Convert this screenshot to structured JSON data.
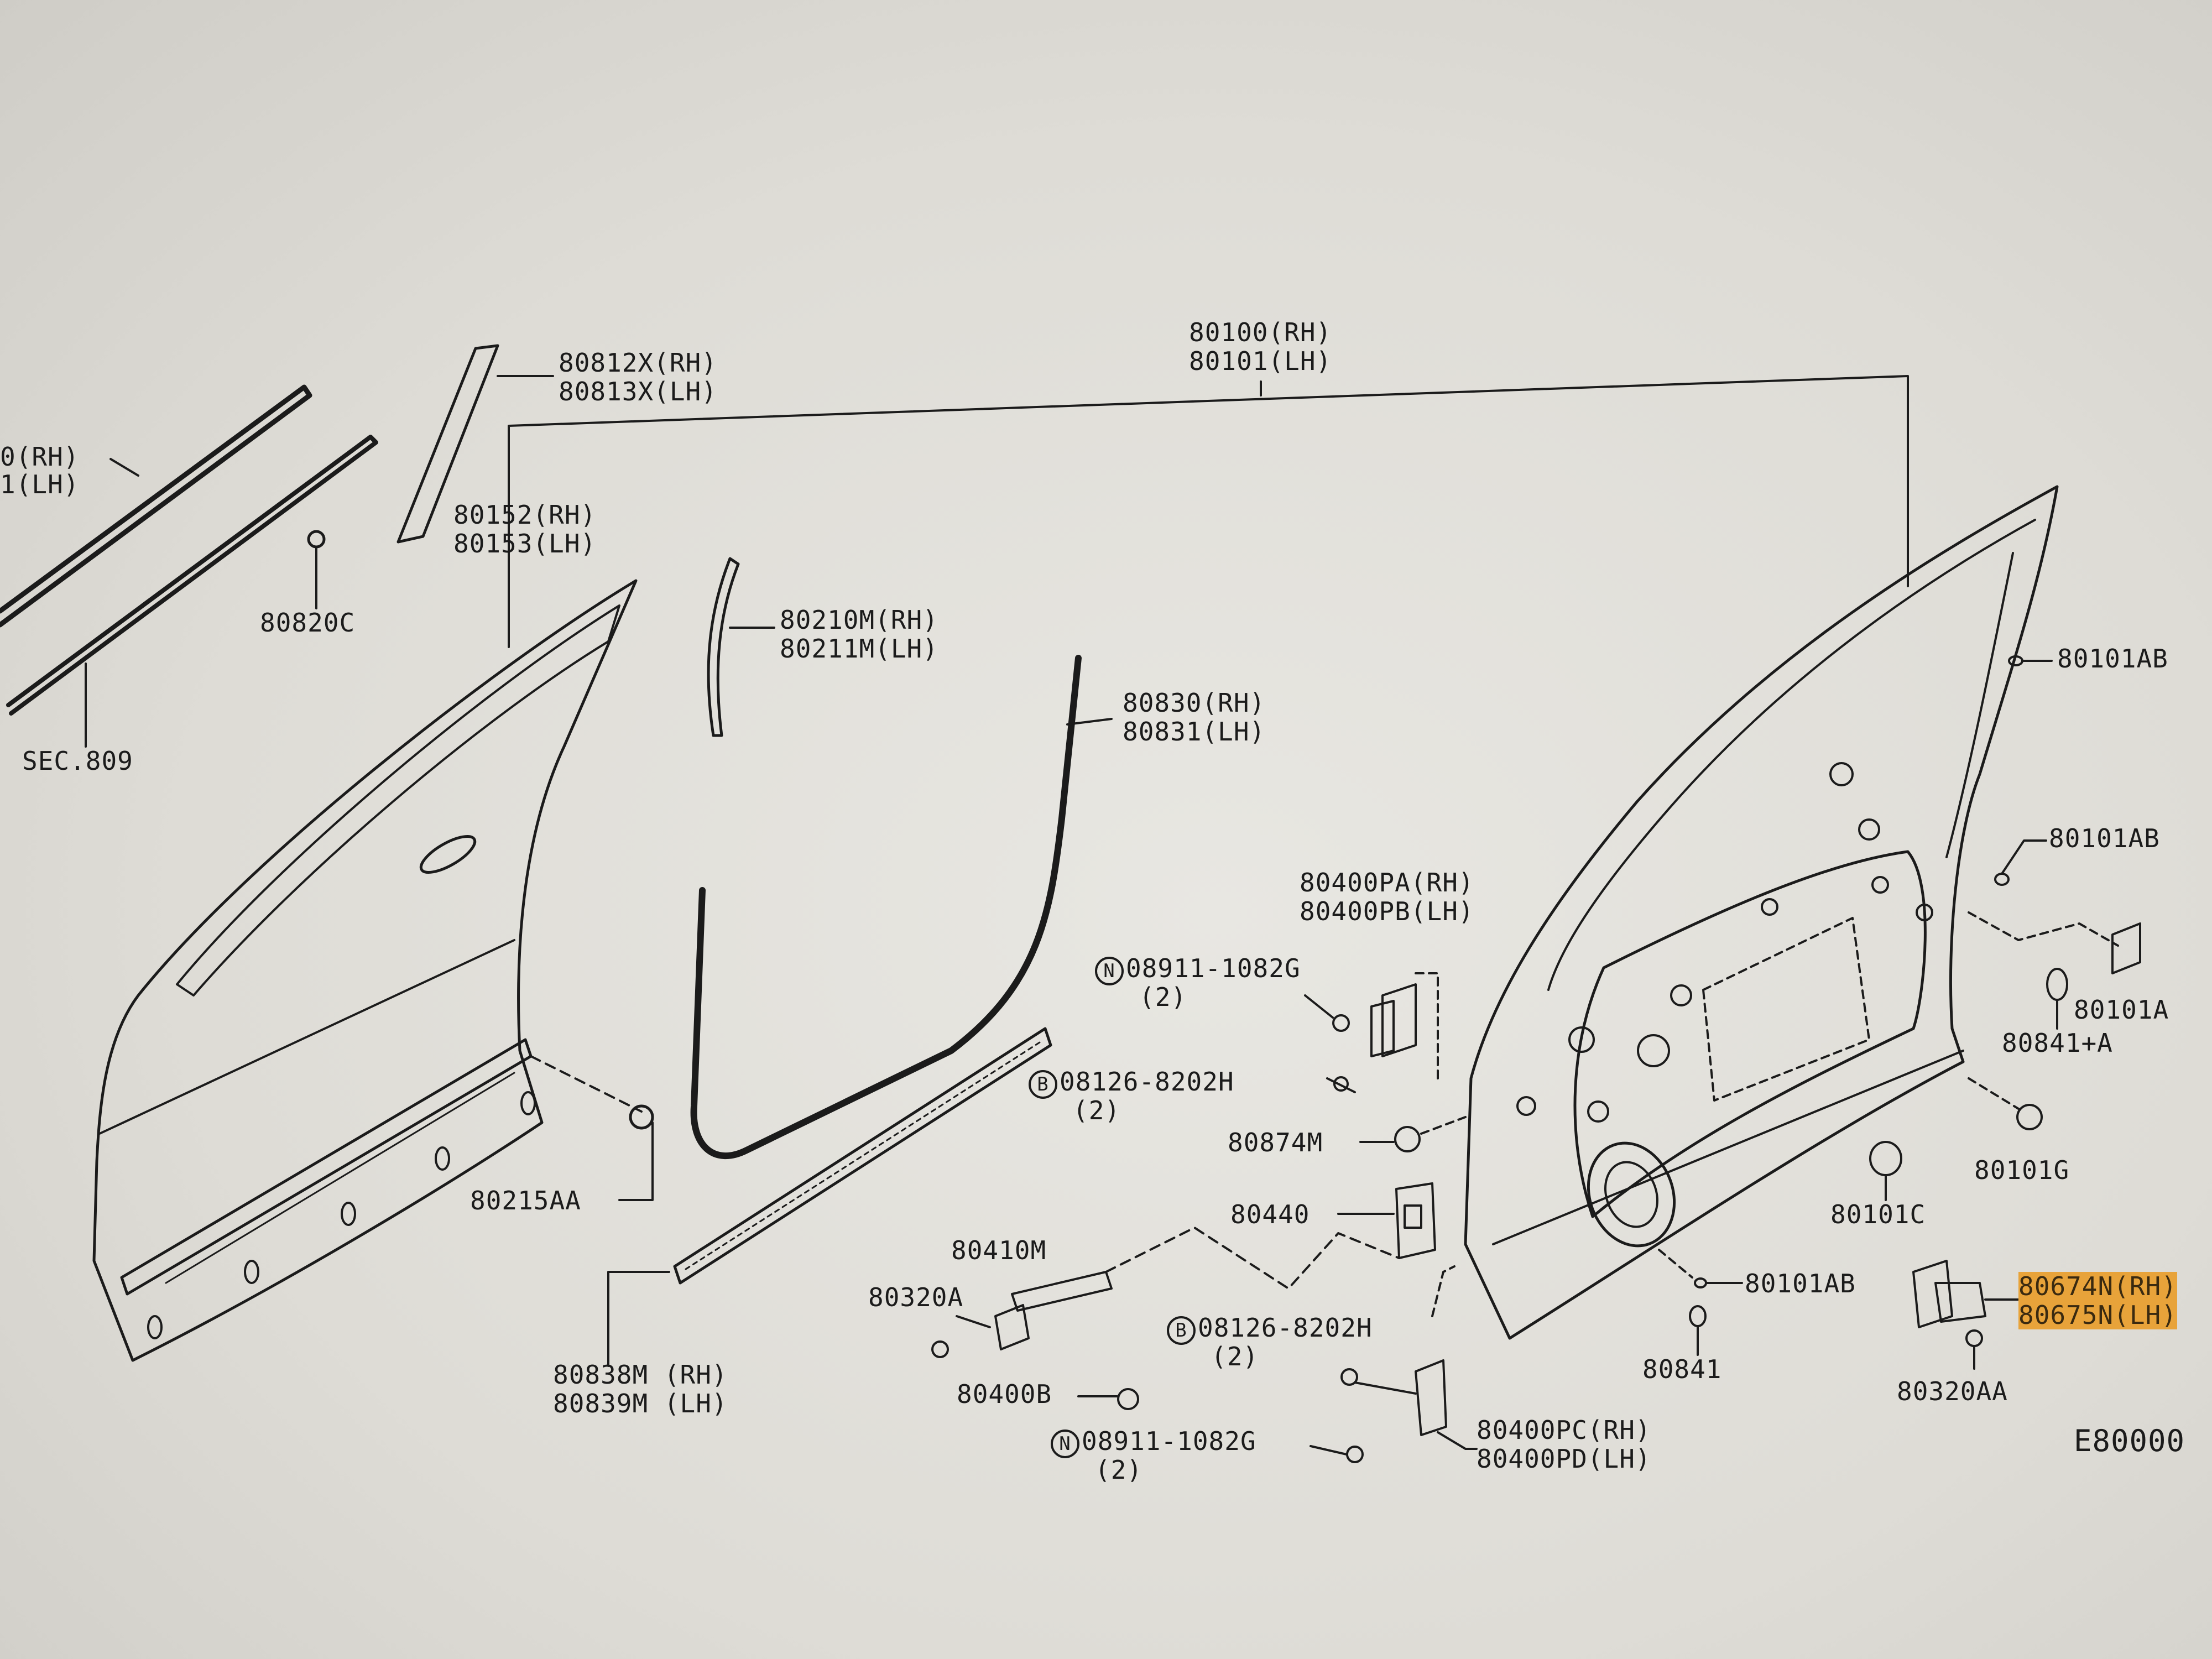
{
  "diagram": {
    "labels": {
      "sec809a": "0(RH)",
      "sec809b": "1(LH)",
      "sec809": "SEC.809",
      "p80812": "80812X(RH)",
      "p80813": "80813X(LH)",
      "p80820": "80820C",
      "p80152": "80152(RH)",
      "p80153": "80153(LH)",
      "p80100": "80100(RH)",
      "p80101": "80101(LH)",
      "p80210": "80210M(RH)",
      "p80211": "80211M(LH)",
      "p80830": "80830(RH)",
      "p80831": "80831(LH)",
      "p80101ab1": "80101AB",
      "p80101ab2": "80101AB",
      "p80400pa": "80400PA(RH)",
      "p80400pb": "80400PB(LH)",
      "p08911a": "08911-1082G",
      "p08911a_qty": "(2)",
      "p08126a": "08126-8202H",
      "p08126a_qty": "(2)",
      "p80101a": "80101A",
      "p80841a": "80841+A",
      "p80874": "80874M",
      "p80215": "80215AA",
      "p80440": "80440",
      "p80101g": "80101G",
      "p80101c": "80101C",
      "p80410": "80410M",
      "p80320a": "80320A",
      "p80101ab3": "80101AB",
      "p80674": "80674N(RH)",
      "p80675": "80675N(LH)",
      "p08126b": "08126-8202H",
      "p08126b_qty": "(2)",
      "p80838": "80838M (RH)",
      "p80839": "80839M (LH)",
      "p80400b": "80400B",
      "p80841": "80841",
      "p80320aa": "80320AA",
      "p08911b": "08911-1082G",
      "p08911b_qty": "(2)",
      "p80400pc": "80400PC(RH)",
      "p80400pd": "80400PD(LH)",
      "code": "E80000"
    },
    "markers": {
      "n": "N",
      "b": "B"
    },
    "colors": {
      "ink": "#1b1b1b",
      "paper": "#e4e3de",
      "highlight": "#e8a33a"
    }
  }
}
